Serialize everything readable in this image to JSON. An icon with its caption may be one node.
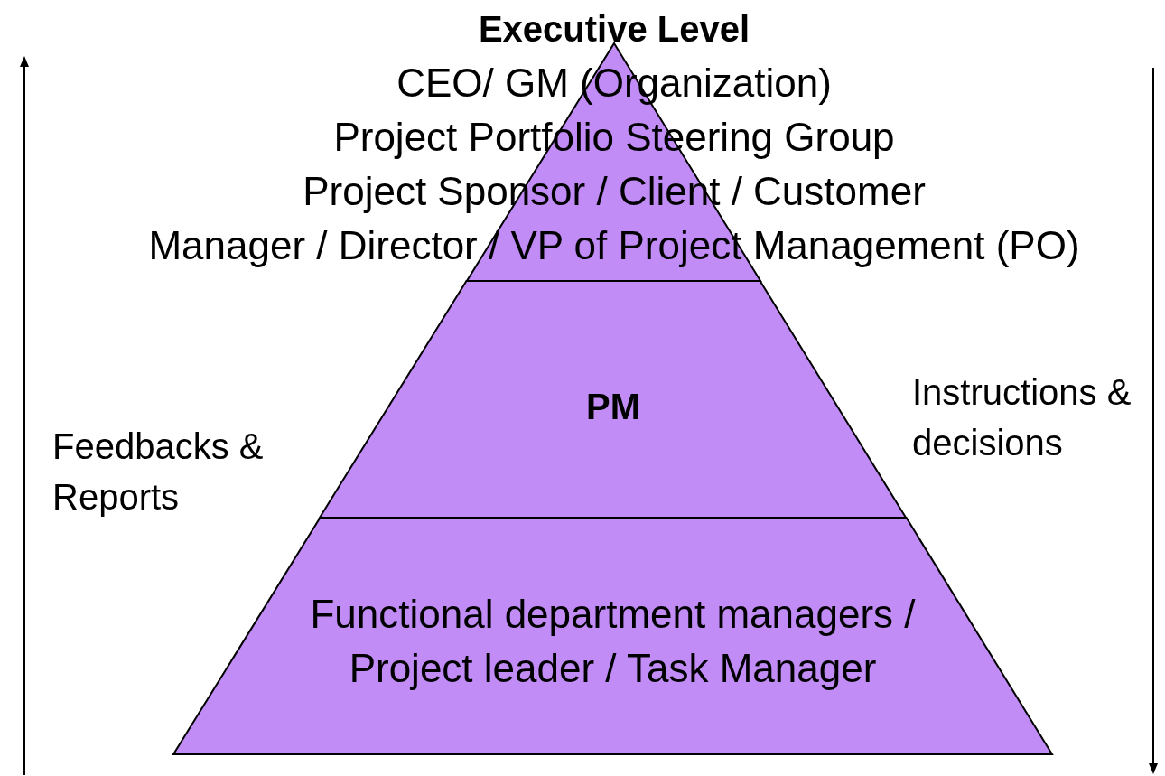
{
  "diagram": {
    "nodes": [
      {
        "text": [
          "Executive Level",
          "CEO/ GM (Organization)",
          "Project Portfolio Steering Group",
          "Project Sponsor / Client / Customer",
          "Manager / Director / VP of Project Management (PO)"
        ]
      },
      {
        "text": [
          "PM"
        ]
      },
      {
        "text": [
          "Functional department managers / Project leader / Task Manager"
        ]
      }
    ],
    "edges": [],
    "labels": [
      "Feedbacks & Reports",
      "Instructions & decisions"
    ]
  }
}
